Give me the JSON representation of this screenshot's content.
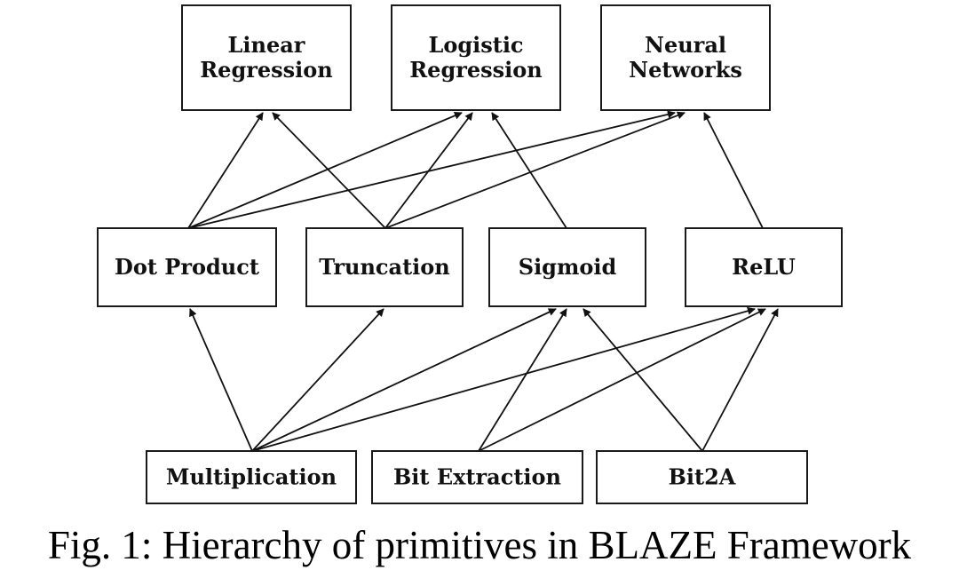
{
  "figure": {
    "caption": "Fig. 1: Hierarchy of primitives in BLAZE Framework",
    "nodes": [
      {
        "id": "linear",
        "lines": [
          "Linear",
          "Regression"
        ],
        "level": 0
      },
      {
        "id": "logistic",
        "lines": [
          "Logistic",
          "Regression"
        ],
        "level": 0
      },
      {
        "id": "neural",
        "lines": [
          "Neural",
          "Networks"
        ],
        "level": 0
      },
      {
        "id": "dot",
        "lines": [
          "Dot Product"
        ],
        "level": 1
      },
      {
        "id": "trunc",
        "lines": [
          "Truncation"
        ],
        "level": 1
      },
      {
        "id": "sigmoid",
        "lines": [
          "Sigmoid"
        ],
        "level": 1
      },
      {
        "id": "relu",
        "lines": [
          "ReLU"
        ],
        "level": 1
      },
      {
        "id": "mult",
        "lines": [
          "Multiplication"
        ],
        "level": 2
      },
      {
        "id": "bitext",
        "lines": [
          "Bit Extraction"
        ],
        "level": 2
      },
      {
        "id": "bit2a",
        "lines": [
          "Bit2A"
        ],
        "level": 2
      }
    ],
    "edges": [
      {
        "from": "dot",
        "to": "linear"
      },
      {
        "from": "dot",
        "to": "logistic"
      },
      {
        "from": "dot",
        "to": "neural"
      },
      {
        "from": "trunc",
        "to": "linear"
      },
      {
        "from": "trunc",
        "to": "logistic"
      },
      {
        "from": "trunc",
        "to": "neural"
      },
      {
        "from": "sigmoid",
        "to": "logistic"
      },
      {
        "from": "relu",
        "to": "neural"
      },
      {
        "from": "mult",
        "to": "dot"
      },
      {
        "from": "mult",
        "to": "trunc"
      },
      {
        "from": "mult",
        "to": "sigmoid"
      },
      {
        "from": "mult",
        "to": "relu"
      },
      {
        "from": "bitext",
        "to": "sigmoid"
      },
      {
        "from": "bitext",
        "to": "relu"
      },
      {
        "from": "bit2a",
        "to": "sigmoid"
      },
      {
        "from": "bit2a",
        "to": "relu"
      }
    ]
  }
}
